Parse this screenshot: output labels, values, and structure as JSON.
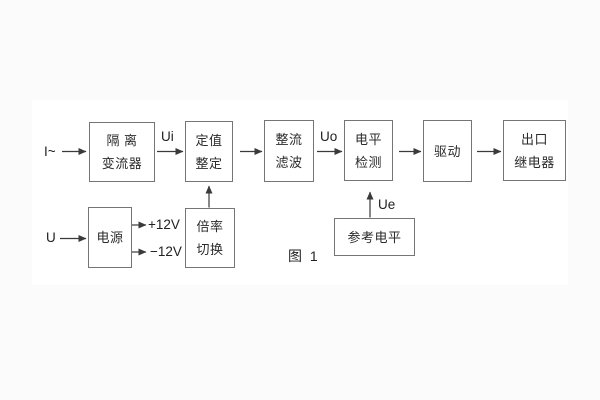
{
  "figure": {
    "caption": "图 1",
    "type": "block-diagram"
  },
  "colors": {
    "background": "#fbfbfb",
    "panel": "#ffffff",
    "line": "#3a3a3a",
    "box_border": "#757575",
    "text": "#2b2b2b"
  },
  "nodes": [
    {
      "id": "isolation-transformer",
      "lines": [
        "隔 离",
        "变流器"
      ]
    },
    {
      "id": "setting-adjust",
      "lines": [
        "定值",
        "整定"
      ]
    },
    {
      "id": "rectify-filter",
      "lines": [
        "整流",
        "滤波"
      ]
    },
    {
      "id": "level-detect",
      "lines": [
        "电平",
        "检测"
      ]
    },
    {
      "id": "drive",
      "lines": [
        "驱动"
      ]
    },
    {
      "id": "output-relay",
      "lines": [
        "出口",
        "继电器"
      ]
    },
    {
      "id": "power-supply",
      "lines": [
        "电源"
      ]
    },
    {
      "id": "ratio-switch",
      "lines": [
        "倍率",
        "切换"
      ]
    },
    {
      "id": "reference-level",
      "lines": [
        "参考电平"
      ]
    }
  ],
  "labels": {
    "input_current": "I~",
    "signal_ui": "Ui",
    "signal_uo": "Uo",
    "signal_ue": "Ue",
    "input_voltage": "U",
    "rail_pos": "+12V",
    "rail_neg": "−12V"
  }
}
